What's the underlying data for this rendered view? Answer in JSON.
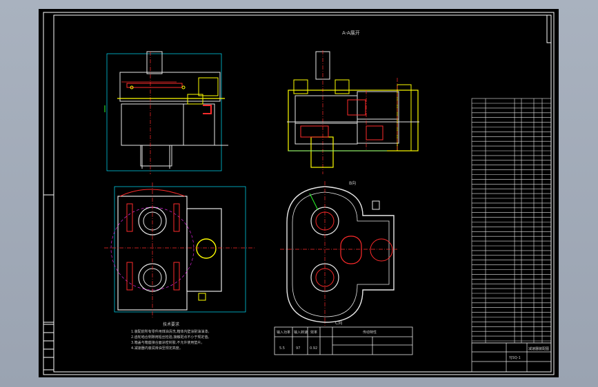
{
  "app": {
    "canvas_bg": "#000000",
    "viewport_bg": "#a3acb9"
  },
  "drawing": {
    "view_label_top": "A-A展开",
    "view_label_b": "B向",
    "view_label_c": "C向",
    "tech_req_title": "技术要求",
    "tech_req_lines": [
      "1.装配前所有零件用煤油清洗,箱体内壁涂耐油油漆。",
      "2.齿轮啮合侧隙用铅丝检验,接触斑点不小于规定值。",
      "3.箱盖与箱座接合面涂密封胶,不允许使用垫片。",
      "4.减速器内装润滑油至规定高度。"
    ],
    "param_table": {
      "headers": [
        "输入功率",
        "输入转速",
        "效率",
        "传动特性"
      ],
      "row": [
        "5.5",
        "97",
        "0.92",
        ""
      ]
    },
    "title_block": {
      "title": "减速器装配图",
      "drawing_no": "YJSQ-1"
    }
  },
  "colors": {
    "frame": "#ffffff",
    "outline": "#e8e8e8",
    "red": "#ff2b2b",
    "yellow": "#ffff00",
    "cyan": "#00e5ff",
    "green": "#2bff2b",
    "magenta": "#ff2bff",
    "blue": "#3050ff"
  }
}
